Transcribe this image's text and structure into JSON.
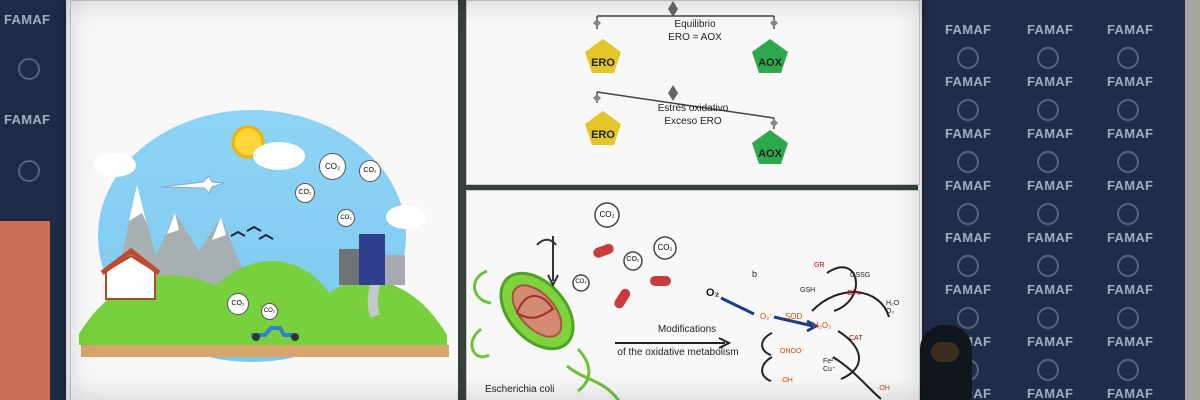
{
  "walls": {
    "famaf_label": "FAMAF"
  },
  "top_panel": {
    "scenario_equilibrium": {
      "title_line1": "Equilibrio",
      "title_line2": "ERO = AOX",
      "left_label": "ERO",
      "right_label": "AOX"
    },
    "scenario_stress": {
      "title_line1": "Estrés oxidativo",
      "title_line2": "Exceso ERO",
      "left_label": "ERO",
      "right_label": "AOX"
    }
  },
  "bottom_panel": {
    "co2_label": "CO₂",
    "bacteria_label": "Escherichia coli",
    "arrow_label_line1": "Modifications",
    "arrow_label_line2": "of the oxidative metabolism",
    "o2_label": "O₂",
    "small_b": "b",
    "pathway_labels": {
      "superoxide": "O₂⁻",
      "sod": "SOD",
      "h2o2": "H₂O₂",
      "gr": "GR",
      "gssg": "GSSG",
      "gsh": "GSH",
      "gpx": "GPx",
      "h2o_o2": "H₂O\nO₂",
      "cat": "CAT",
      "onoo": "ONOO⁻",
      "oh": "·OH",
      "fe_cu": "Fe²⁺\nCu⁺",
      "oh_right": "·OH"
    }
  },
  "left_panel": {
    "co2_bubbles": [
      "CO₂",
      "CO₂",
      "CO₂",
      "CO₂",
      "CO₂",
      "CO₂"
    ]
  }
}
